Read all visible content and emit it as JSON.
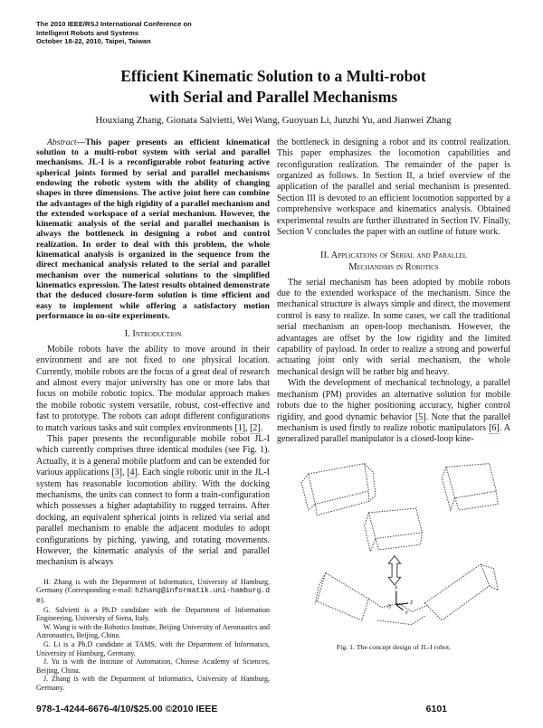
{
  "header": {
    "conf_lines": [
      "The 2010 IEEE/RSJ International Conference on",
      "Intelligent Robots and Systems",
      "October 18-22, 2010, Taipei, Taiwan"
    ]
  },
  "title_lines": [
    "Efficient Kinematic Solution to a Multi-robot",
    "with Serial and Parallel Mechanisms"
  ],
  "authors": "Houxiang Zhang, Gionata Salvietti, Wei Wang, Guoyuan Li, Junzhi Yu, and Jianwei Zhang",
  "abstract": {
    "label": "Abstract",
    "text": "—This paper presents an efficient kinematical solution to a multi-robot system with serial and parallel mechanisms. JL-I is a reconfigurable robot featuring active spherical joints formed by serial and parallel mechanisms endowing the robotic system with the ability of changing shapes in three dimensions. The active joint here can combine the advantages of the high rigidity of a parallel mechanism and the extended workspace of a serial mechanism. However, the kinematic analysis of the serial and parallel mechanism is always the bottleneck in designing a robot and control realization. In order to deal with this problem, the whole kinematical analysis is organized in the sequence from the direct mechanical analysis related to the serial and parallel mechanism over the numerical solutions to the simplified kinematics expression. The latest results obtained demonstrate that the deduced closure-form solution is time efficient and easy to implement while offering a satisfactory motion performance in on-site experiments."
  },
  "intro": {
    "heading": "I. Introduction",
    "p1_a": "Mobile robots have the ability to move around in their environment and are not fixed to one physical location. Currently, mobile robots are the focus of a great deal of research and almost every major university has one or more labs that focus on mobile robotic topics. The modular approach makes the mobile robotic system versatile, robust, cost-effective and fast to prototype. The robots can adopt different configurations to match various tasks and suit complex environments ",
    "c1": "[1]",
    "sep1": ", ",
    "c2": "[2]",
    "p1_b": ".",
    "p2_a": "This paper presents the reconfigurable mobile robot JL-I which currently comprises three identical modules (see Fig. 1). Actually, it is a general mobile platform and can be extended for various applications ",
    "c3": "[3]",
    "sep2": ", ",
    "c4": "[4]",
    "p2_b": ". Each single robotic unit in the JL-I system has reasonable locomotion ability. With the docking mechanisms, the units can connect to form a train-configuration which possesses a higher adaptability to rugged terrains. After docking, an equivalent spherical joints is relized via serial and parallel mechanism to enable the adjacent modules to adopt configurations by piching, yawing, and rotating movements. However, the kinematic analysis of the serial and parallel mechanism is always",
    "p3": "the bottleneck in designing a robot and its control realization. This paper emphasizes the locomotion capabilities and reconfiguration realization. The remainder of the paper is organized as follows. In Section II, a brief overview of the application of the parallel and serial mechanism is presented. Section III is devoted to an efficient locomotion supported by a comprehensive workspace and kinematics analysis. Obtained experimental results are further illustrated in Section IV. Finally, Section V concludes the paper with an outline of future work."
  },
  "section2": {
    "heading_lines": [
      "II. Applications of Serial and Parallel",
      "Mechanisms in Robotics"
    ],
    "p1": "The serial mechanism has been adopted by mobile robots due to the extended workspace of the mechanism. Since the mechanical structure is always simple and direct, the movement control is easy to realize. In some cases, we call the traditional serial mechanism an open-loop mechanism. However, the advantages are offset by the low rigidity and the limited capability of payload. In order to realize a strong and powerful actuating joint only with serial mechanism, the whole mechanical design will be rather big and heavy.",
    "p2_a": "With the development of mechanical technology, a parallel mechanism (PM) provides an alternative solution for mobile robots due to the higher positioning accuracy, higher control rigidity, and good dynamic behavior ",
    "c5": "[5]",
    "p2_b": ". Note that the parallel mechanism is used firstly to realize robotic manipulators ",
    "c6": "[6]",
    "p2_c": ". A generalized parallel manipulator is a closed-loop kine-"
  },
  "footnotes": {
    "f1_a": "H. Zhang is with the Department of Informatics, University of Hamburg, Germany (Corresponding e-mail: ",
    "f1_email": "hzhang@informatik.uni-hamburg.de",
    "f1_b": ").",
    "f2": "G. Salvietti is a Ph.D candidate with the Department of Information Engineering, University of Siena, Italy.",
    "f3": "W. Wang is with the Robotics Institute, Beijing University of Aeronautics and Astronautics, Beijing, China.",
    "f4": "G. Li is a Ph.D candidate at TAMS, with the Department of Informatics, University of Hamburg, Germany.",
    "f5": "J. Yu is with the Institute of Automation, Chinese Academy of Sciences, Beijing, China.",
    "f6": "J. Zhang is with the Department of Informatics, University of Hamburg, Germany."
  },
  "figure": {
    "caption": "Fig. 1.   The concept design of JL-I robot.",
    "axis_labels": [
      "X",
      "Z",
      "Y",
      "O"
    ]
  },
  "footer": {
    "isbn": "978-1-4244-6676-4/10/$25.00 ©2010 IEEE",
    "page": "6101"
  }
}
